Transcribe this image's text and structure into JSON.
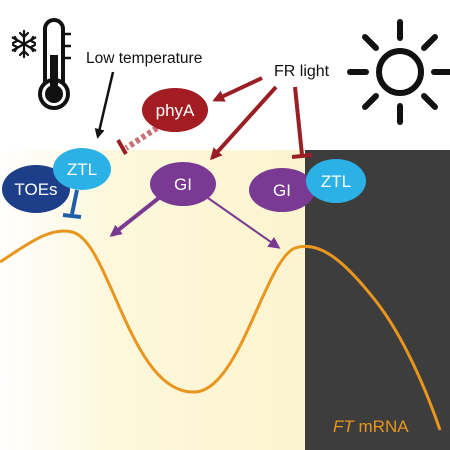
{
  "labels": {
    "low_temperature": "Low temperature",
    "fr_light": "FR light",
    "ft_italic": "FT",
    "ft_suffix": " mRNA"
  },
  "nodes": {
    "phya": "phyA",
    "toes": "TOEs",
    "ztl_left": "ZTL",
    "gi_left": "GI",
    "gi_right": "GI",
    "ztl_right": "ZTL"
  },
  "icons": {
    "snowflake": "snowflake-icon",
    "thermometer": "thermometer-icon",
    "sun": "sun-icon"
  },
  "colors": {
    "day_panel": "#fdf8dc",
    "night_panel": "#3d3d3d",
    "ft_curve": "#e8961e",
    "ft_label": "#e8961e",
    "phya": "#a31c22",
    "red_arrow": "#9a1f24",
    "gi": "#7a3a93",
    "ztl": "#2cb1e6",
    "toes": "#1d3f8a",
    "black": "#111111",
    "toes_inhibitor": "#1f5fa8"
  }
}
